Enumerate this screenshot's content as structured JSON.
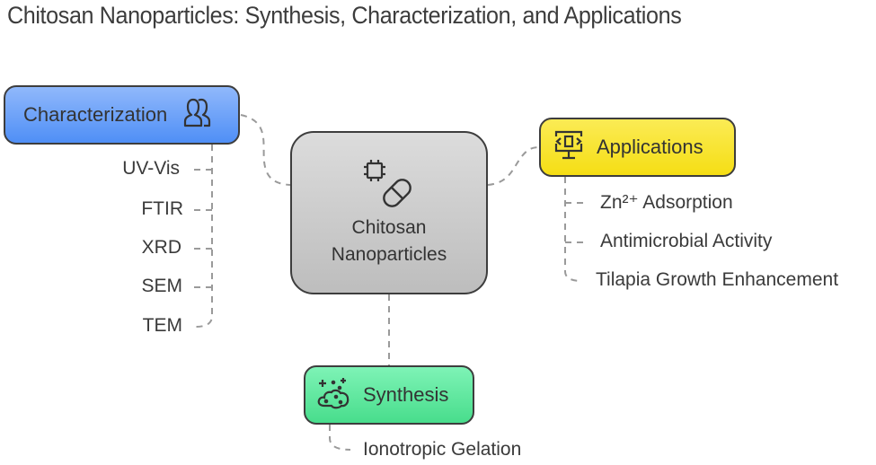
{
  "title": "Chitosan Nanoparticles: Synthesis, Characterization, and Applications",
  "center": {
    "label_line1": "Chitosan",
    "label_line2": "Nanoparticles",
    "icons": [
      "chip-icon",
      "pill-icon"
    ],
    "color": "#c8c8c8"
  },
  "characterization": {
    "label": "Characterization",
    "icon": "users-icon",
    "color": "#5a96f7",
    "items": [
      "UV-Vis",
      "FTIR",
      "XRD",
      "SEM",
      "TEM"
    ]
  },
  "applications": {
    "label": "Applications",
    "icon": "code-monitor-icon",
    "color": "#f7e22a",
    "items": [
      "Zn²⁺ Adsorption",
      "Antimicrobial Activity",
      "Tilapia Growth Enhancement"
    ]
  },
  "synthesis": {
    "label": "Synthesis",
    "icon": "cloud-sparkle-icon",
    "color": "#5de59c",
    "items": [
      "Ionotropic Gelation"
    ]
  }
}
